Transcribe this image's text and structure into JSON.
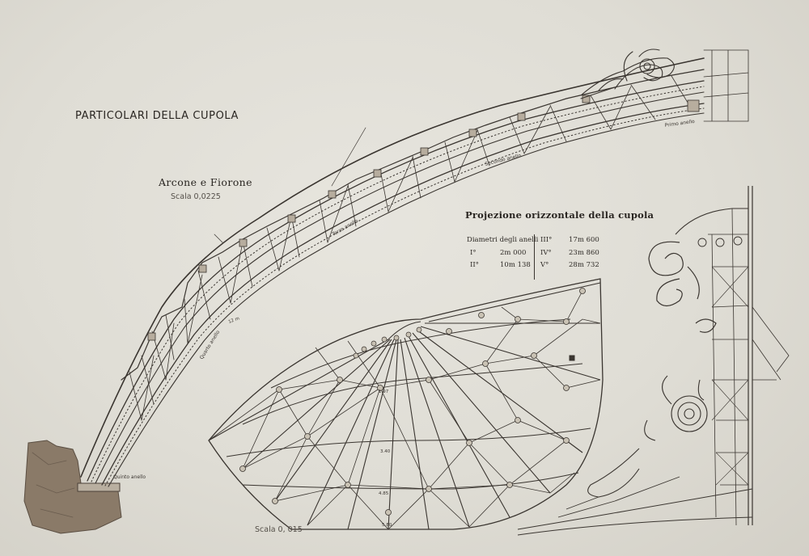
{
  "plate": {
    "title": "PARTICOLARI DELLA CUPOLA",
    "arcone": {
      "title": "Arcone e Fiorone",
      "scale": "Scala 0,0225"
    },
    "projection": {
      "title": "Projezione orizzontale della cupola",
      "scale": "Scala 0, 015"
    }
  },
  "diameters": {
    "header": "Diametri degli anelli",
    "rows_left": [
      {
        "ring": "I°",
        "value": "2m 000"
      },
      {
        "ring": "II°",
        "value": "10m 138"
      }
    ],
    "rows_right": [
      {
        "ring": "III°",
        "value": "17m 600"
      },
      {
        "ring": "IV°",
        "value": "23m 860"
      },
      {
        "ring": "V°",
        "value": "28m 732"
      }
    ]
  },
  "ring_labels": {
    "primo": "Primo anello",
    "secondo": "Secondo anello",
    "terzo": "Terzo anello",
    "quarto": "Quarto anello",
    "quinto": "Quinto anello",
    "twelve": "12 m"
  },
  "plan_dims": [
    "1.97",
    "3.40",
    "4.85",
    "5.80"
  ],
  "colors": {
    "ink": "#3a3530",
    "paper": "#e3e1d9",
    "masonry": "#8a7a68"
  }
}
